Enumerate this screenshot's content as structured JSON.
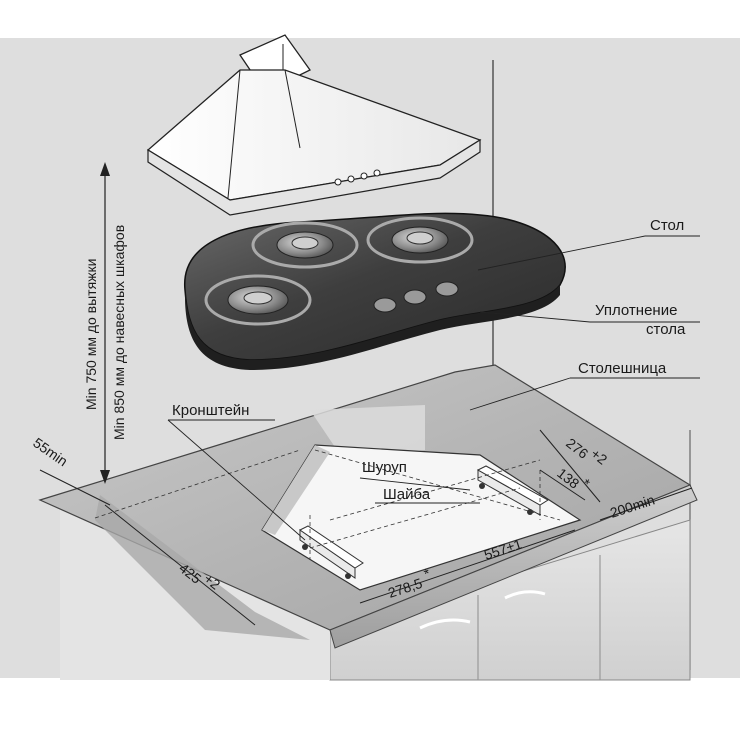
{
  "labels": {
    "stol": "Стол",
    "uplotnenie_line1": "Уплотнение",
    "uplotnenie_line2": "стола",
    "stoleshnitsa": "Столешница",
    "kronshtein": "Кронштейн",
    "shurup": "Шуруп",
    "shaiba": "Шайба"
  },
  "vertical_notes": {
    "hood_clearance": "Min 750 мм до вытяжки",
    "cabinet_clearance": "Min 850 мм до навесных шкафов"
  },
  "dimensions": {
    "edge_min": "55min",
    "cutout_length": "425",
    "cutout_length_tol": "+2",
    "depth": "276",
    "depth_tol": "+2",
    "half_depth": "138",
    "half_depth_tol": "*",
    "back_min": "200min",
    "width": "557±1",
    "half_width": "278,5",
    "half_width_tol": "*"
  },
  "colors": {
    "line": "#2a2a2a",
    "hob_dark": "#3f3f3f",
    "counter_gray": "#b9b9b9",
    "counter_light": "#d4d4d4",
    "cutout_white": "#f4f4f4"
  }
}
